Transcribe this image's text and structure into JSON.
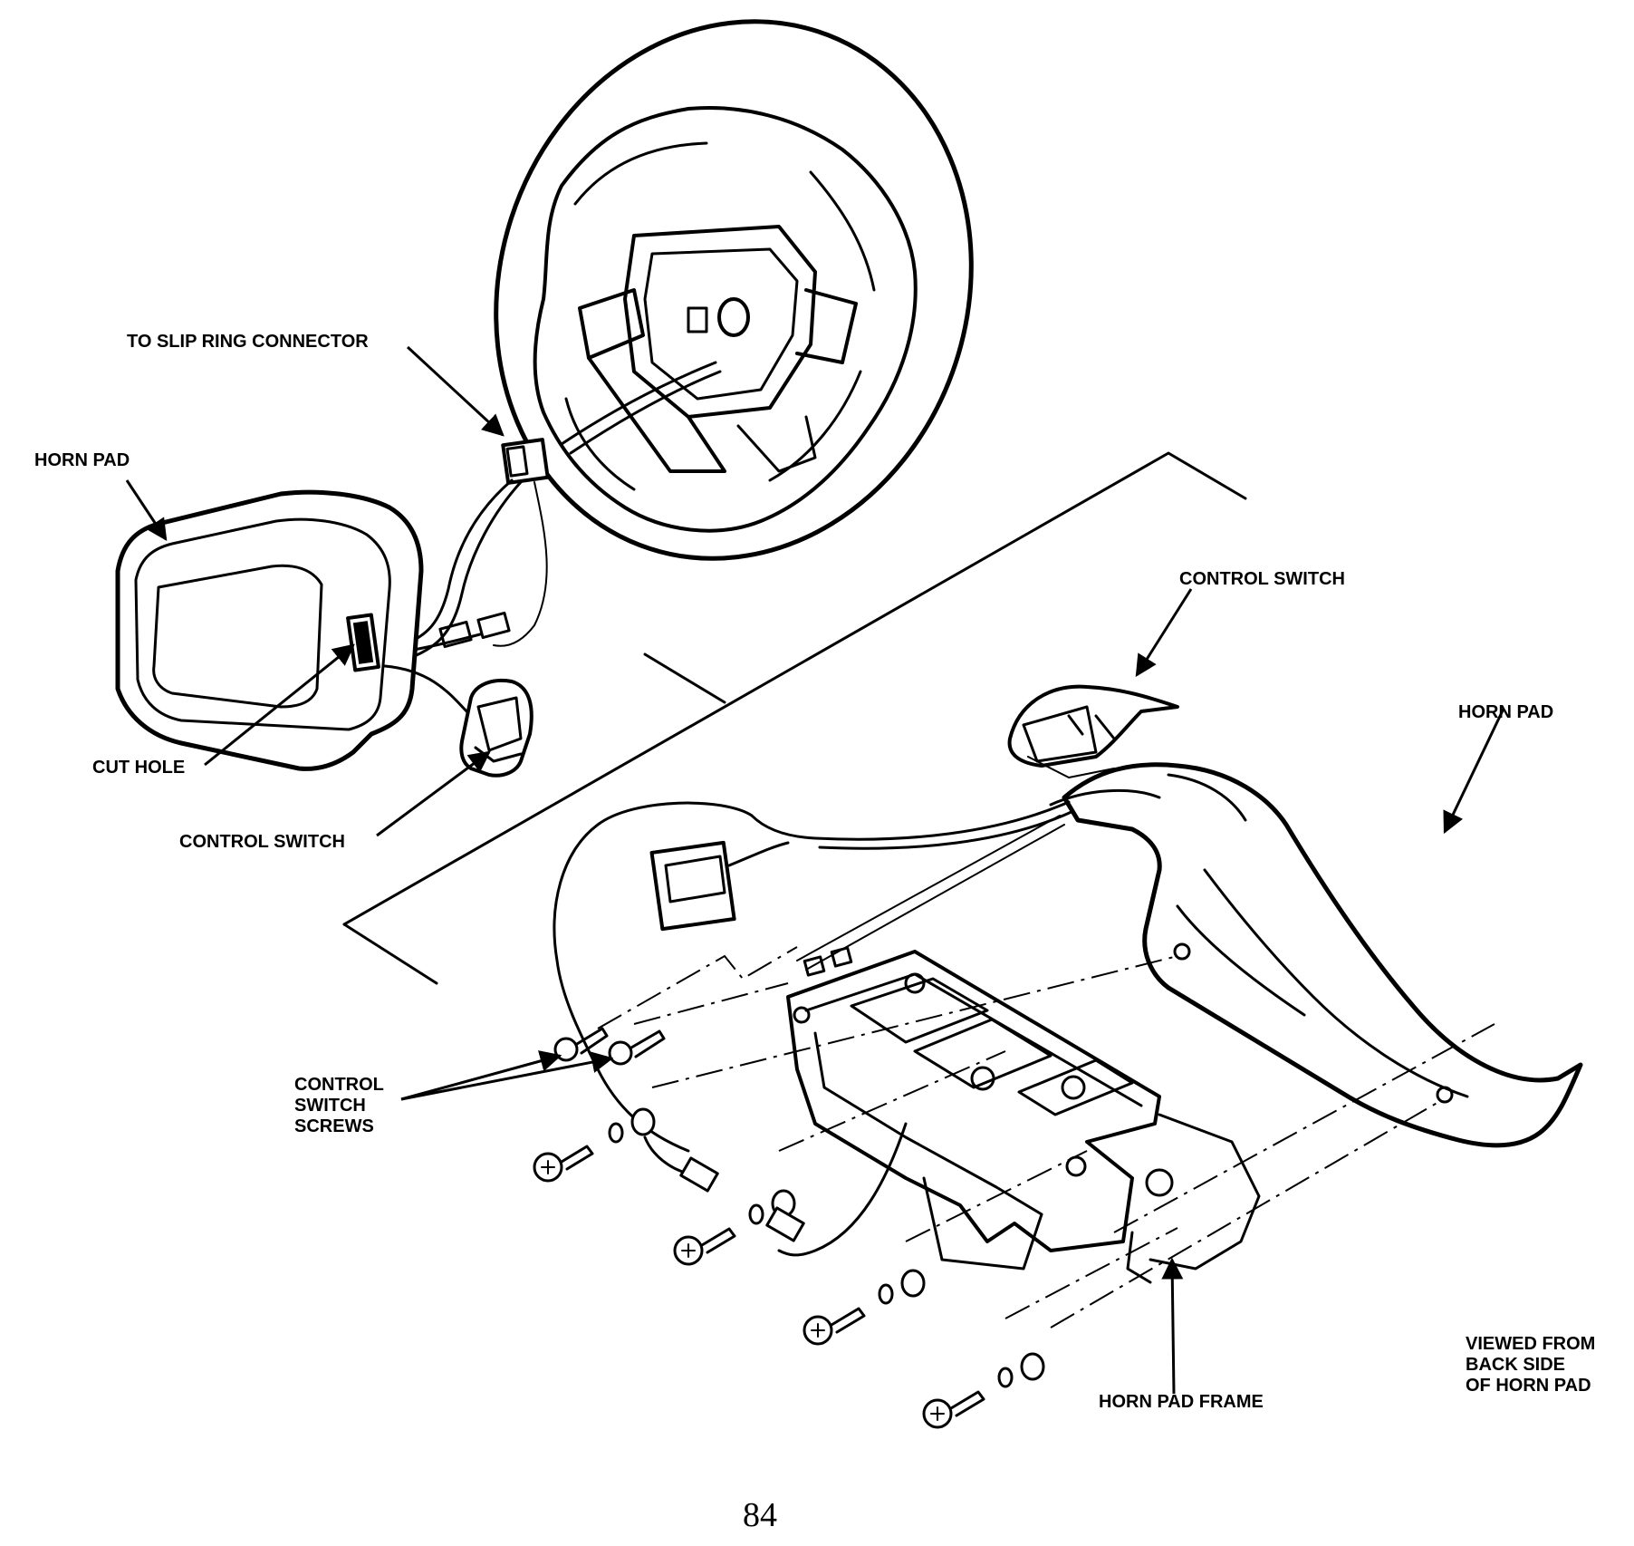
{
  "labels": {
    "slip_ring": "TO SLIP RING CONNECTOR",
    "horn_pad_left": "HORN PAD",
    "cut_hole": "CUT HOLE",
    "control_switch_left": "CONTROL SWITCH",
    "control_switch_right": "CONTROL SWITCH",
    "horn_pad_right": "HORN PAD",
    "control_switch_screws": "CONTROL\nSWITCH\nSCREWS",
    "horn_pad_frame": "HORN PAD FRAME",
    "viewed_from": "VIEWED FROM\nBACK SIDE\nOF HORN PAD"
  },
  "page_number": "84",
  "colors": {
    "ink": "#000000",
    "paper": "#ffffff"
  }
}
